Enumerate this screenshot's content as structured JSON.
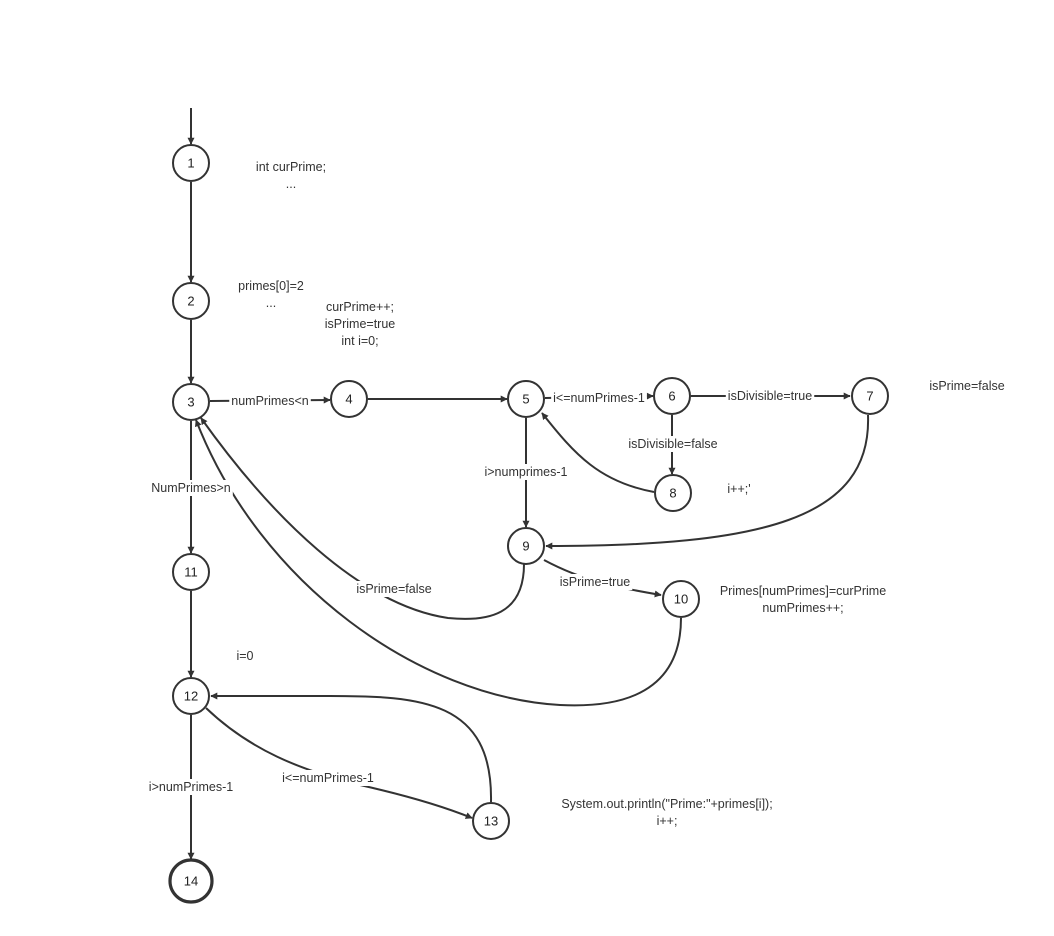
{
  "nodes": [
    {
      "id": "1",
      "label": "1"
    },
    {
      "id": "2",
      "label": "2"
    },
    {
      "id": "3",
      "label": "3"
    },
    {
      "id": "4",
      "label": "4"
    },
    {
      "id": "5",
      "label": "5"
    },
    {
      "id": "6",
      "label": "6"
    },
    {
      "id": "7",
      "label": "7"
    },
    {
      "id": "8",
      "label": "8"
    },
    {
      "id": "9",
      "label": "9"
    },
    {
      "id": "10",
      "label": "10"
    },
    {
      "id": "11",
      "label": "11"
    },
    {
      "id": "12",
      "label": "12"
    },
    {
      "id": "13",
      "label": "13"
    },
    {
      "id": "14",
      "label": "14",
      "final": true
    }
  ],
  "edges": [
    {
      "id": "entry",
      "from": null,
      "to": "1",
      "label": ""
    },
    {
      "id": "e1-2",
      "from": "1",
      "to": "2",
      "label": ""
    },
    {
      "id": "e2-3",
      "from": "2",
      "to": "3",
      "label": ""
    },
    {
      "id": "e3-4",
      "from": "3",
      "to": "4",
      "label": "numPrimes<n"
    },
    {
      "id": "e4-5",
      "from": "4",
      "to": "5",
      "label": ""
    },
    {
      "id": "e5-6",
      "from": "5",
      "to": "6",
      "label": "i<=numPrimes-1"
    },
    {
      "id": "e6-7",
      "from": "6",
      "to": "7",
      "label": "isDivisible=true"
    },
    {
      "id": "e6-8",
      "from": "6",
      "to": "8",
      "label": "isDivisible=false"
    },
    {
      "id": "e8-5",
      "from": "8",
      "to": "5",
      "label": ""
    },
    {
      "id": "e5-9",
      "from": "5",
      "to": "9",
      "label": "i>numprimes-1"
    },
    {
      "id": "e7-9",
      "from": "7",
      "to": "9",
      "label": ""
    },
    {
      "id": "e9-10",
      "from": "9",
      "to": "10",
      "label": "isPrime=true"
    },
    {
      "id": "e9-3",
      "from": "9",
      "to": "3",
      "label": "isPrime=false"
    },
    {
      "id": "e10-3",
      "from": "10",
      "to": "3",
      "label": ""
    },
    {
      "id": "e3-11",
      "from": "3",
      "to": "11",
      "label": "NumPrimes>n"
    },
    {
      "id": "e11-12",
      "from": "11",
      "to": "12",
      "label": ""
    },
    {
      "id": "e12-13",
      "from": "12",
      "to": "13",
      "label": "i<=numPrimes-1"
    },
    {
      "id": "e13-12",
      "from": "13",
      "to": "12",
      "label": ""
    },
    {
      "id": "e12-14",
      "from": "12",
      "to": "14",
      "label": "i>numPrimes-1"
    }
  ],
  "annotations": [
    {
      "id": "n1",
      "lines": [
        "int curPrime;",
        "..."
      ]
    },
    {
      "id": "n2",
      "lines": [
        "primes[0]=2",
        "..."
      ]
    },
    {
      "id": "n4",
      "lines": [
        "curPrime++;",
        "isPrime=true",
        "int i=0;"
      ]
    },
    {
      "id": "n7",
      "lines": [
        "isPrime=false"
      ]
    },
    {
      "id": "n8",
      "lines": [
        "i++;'"
      ]
    },
    {
      "id": "n10",
      "lines": [
        "Primes[numPrimes]=curPrime",
        "numPrimes++;"
      ]
    },
    {
      "id": "n12",
      "lines": [
        "i=0"
      ]
    },
    {
      "id": "n13",
      "lines": [
        "System.out.println(\"Prime:\"+primes[i]);",
        "i++;"
      ]
    }
  ]
}
